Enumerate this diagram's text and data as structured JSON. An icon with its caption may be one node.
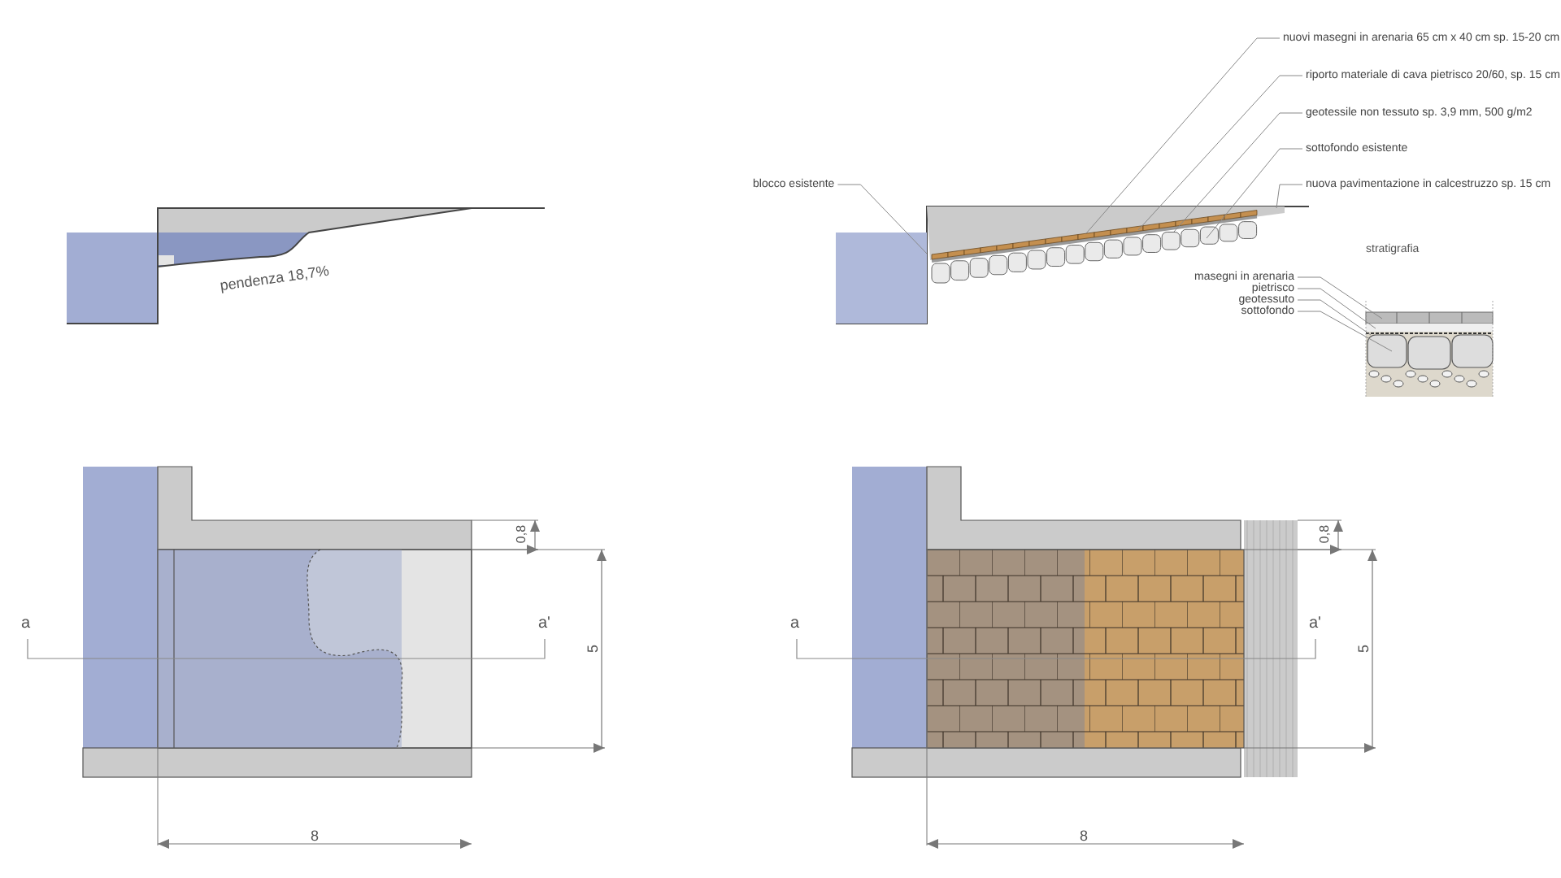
{
  "diagram": {
    "nodes": [
      {
        "text": [
          "blocco esistente"
        ]
      },
      {
        "text": [
          "nuovi masegni in arenaria 65 cm x 40 cm sp. 15-20 cm"
        ]
      },
      {
        "text": [
          "riporto materiale di cava pietrisco 20/60, sp. 15 cm"
        ]
      },
      {
        "text": [
          "geotessile non tessuto sp. 3,9 mm, 500 g/m2"
        ]
      },
      {
        "text": [
          "sottofondo esistente"
        ]
      },
      {
        "text": [
          "nuova pavimentazione in calcestruzzo sp. 15 cm"
        ]
      },
      {
        "text": [
          "masegni in arenaria"
        ]
      },
      {
        "text": [
          "pietrisco"
        ]
      },
      {
        "text": [
          "geotessuto"
        ]
      },
      {
        "text": [
          "sottofondo"
        ]
      },
      {
        "text": [],
        "shape": "box"
      },
      {
        "text": [],
        "shape": "box"
      },
      {
        "text": [],
        "shape": "bar"
      }
    ],
    "edges": [
      {
        "from": 0,
        "to": 10,
        "arrow": "none"
      },
      {
        "from": 1,
        "to": 12,
        "arrow": "none"
      },
      {
        "from": 2,
        "to": 12,
        "arrow": "none"
      },
      {
        "from": 3,
        "to": 12,
        "arrow": "none"
      },
      {
        "from": 4,
        "to": 12,
        "arrow": "none"
      },
      {
        "from": 5,
        "to": 11,
        "arrow": "none"
      },
      {
        "from": 6,
        "to": null,
        "arrow": "none"
      },
      {
        "from": 7,
        "to": null,
        "arrow": "none"
      },
      {
        "from": 8,
        "to": null,
        "arrow": "none"
      },
      {
        "from": 9,
        "to": null,
        "arrow": "none"
      }
    ],
    "labels": [
      "pendenza 18,7%",
      "stratigrafia",
      "a",
      "a'",
      "0,8",
      "5",
      "8",
      "a",
      "a'",
      "0,8",
      "5",
      "8"
    ]
  }
}
